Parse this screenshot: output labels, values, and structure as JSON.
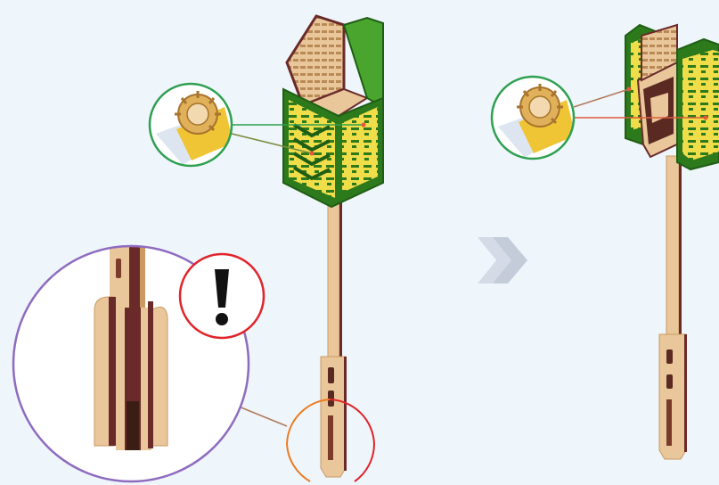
{
  "canvas": {
    "background": "#eef5fb"
  },
  "colors": {
    "wood": "#e9c79a",
    "wood_light": "#f3d9b0",
    "wood_dark": "#c99a62",
    "wood_edge": "#6b2a2a",
    "green_panel": "#4aa52e",
    "green_dark": "#1f5e14",
    "yellow_panel": "#f0dd4a",
    "sun_gear": "#e0b15a",
    "callout_green": "#2ea04f",
    "callout_purple": "#8e6bbf",
    "callout_red": "#e0242a",
    "callout_orange": "#ec7a1e",
    "leader_green": "#2ea04f",
    "leader_red": "#e05a3a",
    "leader_brown": "#b27a5a",
    "arrow": "#d4dbe7"
  },
  "icons": {
    "warning": "exclamation-mark",
    "step_arrow": "double-chevron-right"
  },
  "steps": [
    {
      "name": "step-before",
      "parts": [
        "tower-frame",
        "side-panel",
        "stick",
        "stick-slot"
      ]
    },
    {
      "name": "step-after",
      "parts": [
        "tower-frame",
        "side-panel",
        "stick",
        "stick-slot"
      ]
    }
  ]
}
